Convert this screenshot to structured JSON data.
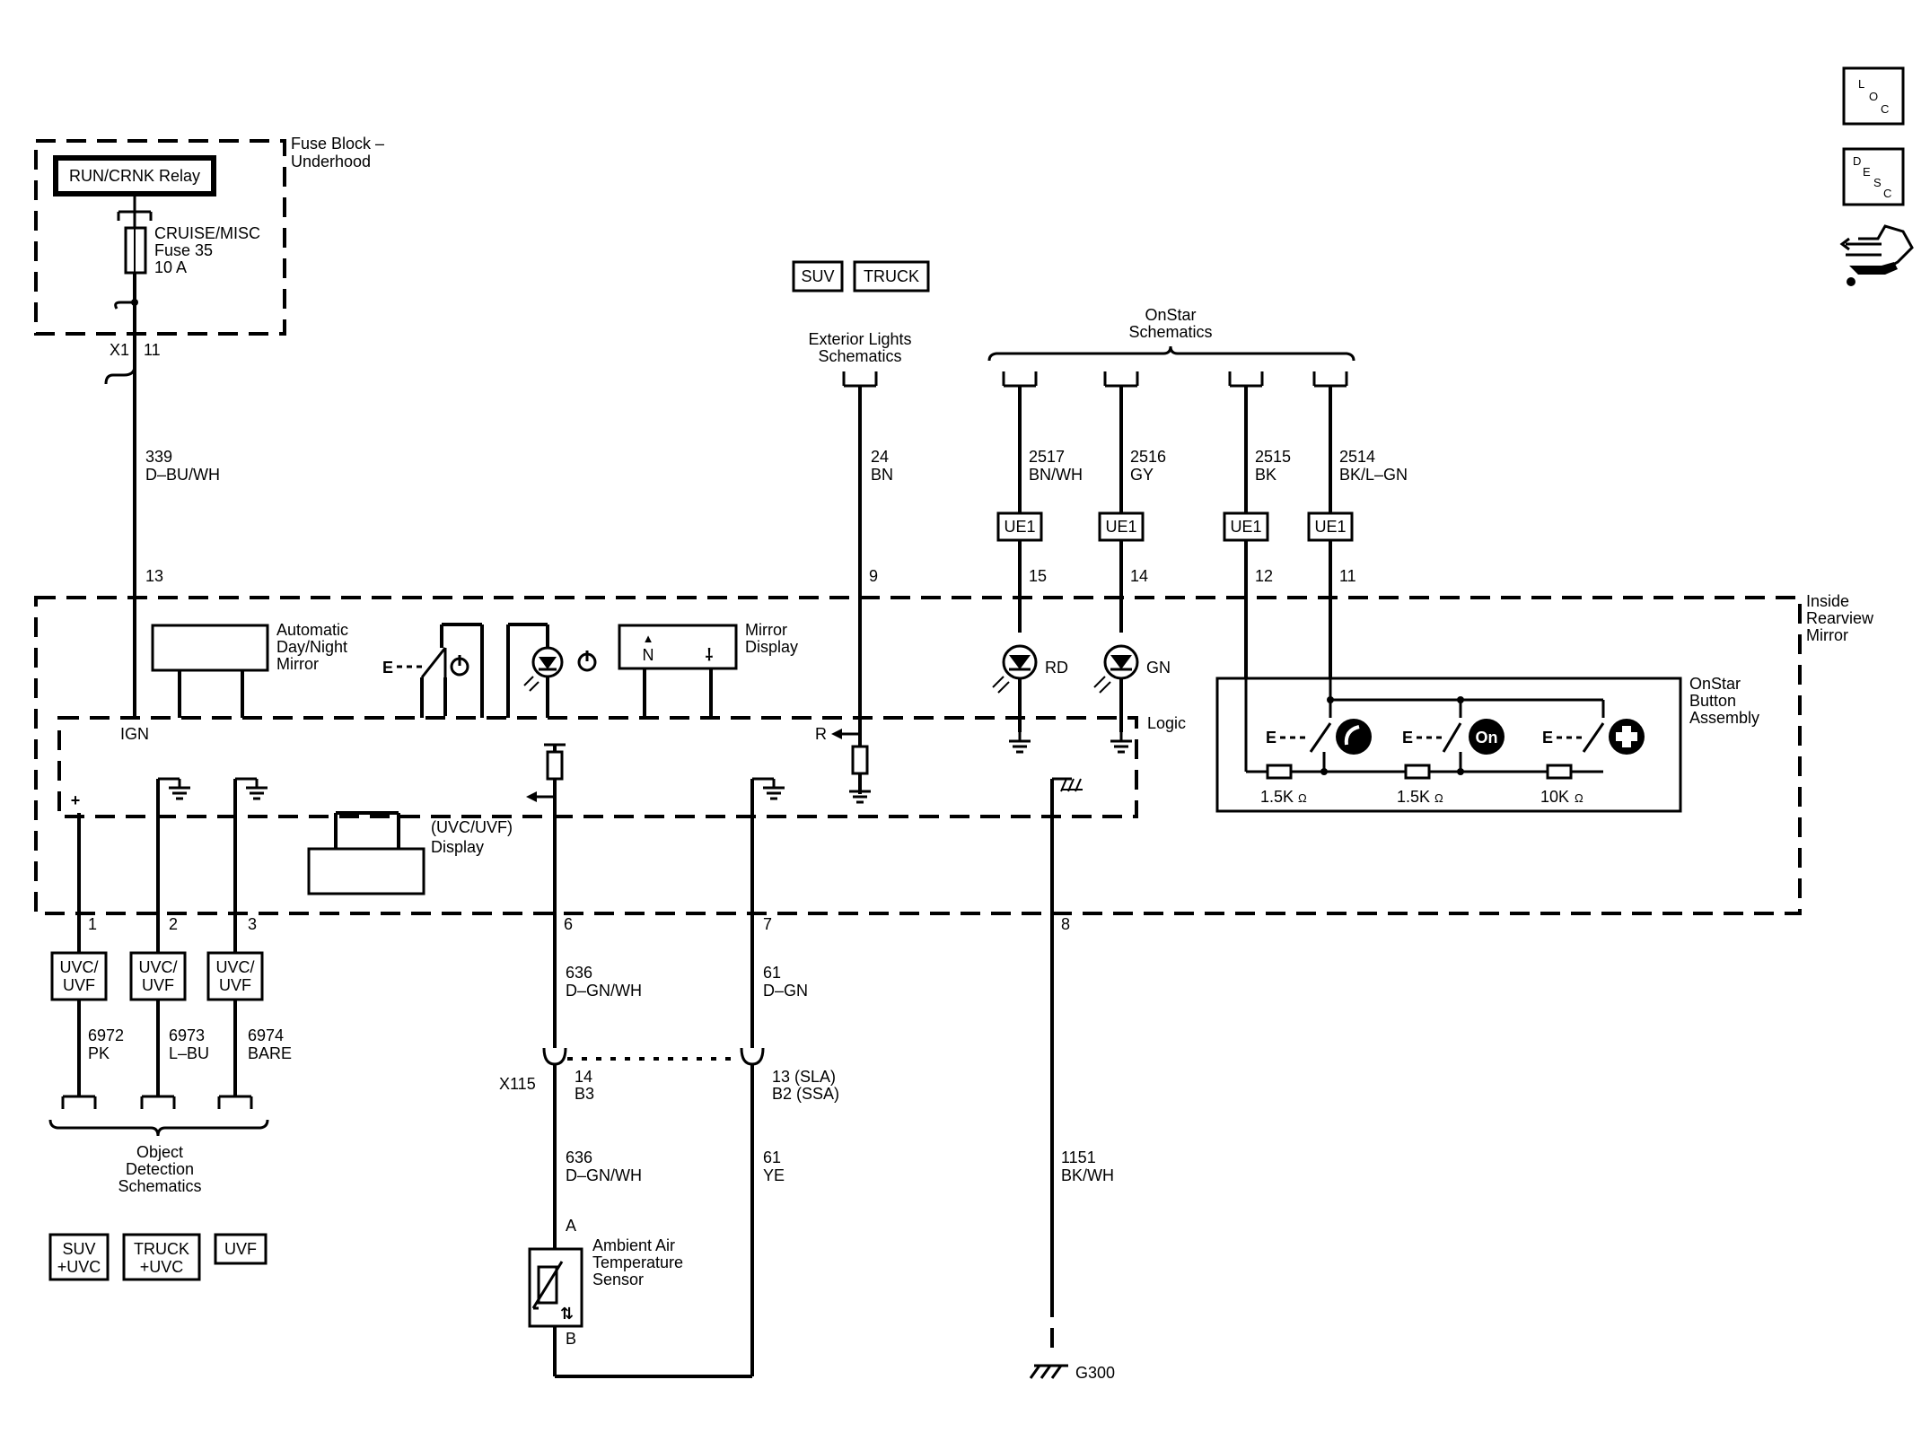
{
  "fuse_block": {
    "title_1": "Fuse Block –",
    "title_2": "Underhood",
    "relay": "RUN/CRNK Relay",
    "fuse_name": "CRUISE/MISC",
    "fuse_num": "Fuse 35",
    "fuse_rating": "10 A",
    "connector": "X1",
    "pin": "11"
  },
  "wire_339": {
    "circuit": "339",
    "color": "D–BU/WH",
    "pin": "13"
  },
  "exterior_lights": {
    "line_1": "Exterior Lights",
    "line_2": "Schematics"
  },
  "vehicle_badges": {
    "suv": "SUV",
    "truck": "TRUCK"
  },
  "wire_24": {
    "circuit": "24",
    "color": "BN",
    "pin": "9"
  },
  "onstar": {
    "line_1": "OnStar",
    "line_2": "Schematics"
  },
  "onstar_wires": [
    {
      "circuit": "2517",
      "color": "BN/WH",
      "option": "UE1",
      "pin": "15"
    },
    {
      "circuit": "2516",
      "color": "GY",
      "option": "UE1",
      "pin": "14"
    },
    {
      "circuit": "2515",
      "color": "BK",
      "option": "UE1",
      "pin": "12"
    },
    {
      "circuit": "2514",
      "color": "BK/L–GN",
      "option": "UE1",
      "pin": "11"
    }
  ],
  "mirror": {
    "title_1": "Inside",
    "title_2": "Rearview",
    "title_3": "Mirror",
    "auto_dim_1": "Automatic",
    "auto_dim_2": "Day/Night",
    "auto_dim_3": "Mirror",
    "display_1": "Mirror",
    "display_2": "Display",
    "ign": "IGN",
    "logic": "Logic",
    "r_label": "R",
    "led_red": "RD",
    "led_green": "GN",
    "uvc_display_1": "(UVC/UVF)",
    "uvc_display_2": "Display",
    "compass_n": "N",
    "pin_plus": "+"
  },
  "onstar_buttons": {
    "title_1": "OnStar",
    "title_2": "Button",
    "title_3": "Assembly",
    "r1": "1.5K",
    "r2": "1.5K",
    "r3": "10K",
    "ohm": "Ω"
  },
  "bottom_pins": [
    "1",
    "2",
    "3",
    "6",
    "7",
    "8"
  ],
  "uvc_boxes": [
    {
      "line_1": "UVC/",
      "line_2": "UVF"
    },
    {
      "line_1": "UVC/",
      "line_2": "UVF"
    },
    {
      "line_1": "UVC/",
      "line_2": "UVF"
    }
  ],
  "object_wires": [
    {
      "circuit": "6972",
      "color": "PK"
    },
    {
      "circuit": "6973",
      "color": "L–BU"
    },
    {
      "circuit": "6974",
      "color": "BARE"
    }
  ],
  "object_detection": {
    "line_1": "Object",
    "line_2": "Detection",
    "line_3": "Schematics"
  },
  "option_badges": {
    "suv_1": "SUV",
    "suv_2": "+UVC",
    "truck_1": "TRUCK",
    "truck_2": "+UVC",
    "uvf": "UVF"
  },
  "wire_636_top": {
    "circuit": "636",
    "color": "D–GN/WH"
  },
  "wire_61_top": {
    "circuit": "61",
    "color": "D–GN"
  },
  "x115": {
    "connector": "X115",
    "pin_a_1": "14",
    "pin_a_2": "B3",
    "pin_b_1": "13 (SLA)",
    "pin_b_2": "B2 (SSA)"
  },
  "wire_636_bot": {
    "circuit": "636",
    "color": "D–GN/WH"
  },
  "wire_61_bot": {
    "circuit": "61",
    "color": "YE"
  },
  "sensor": {
    "line_1": "Ambient Air",
    "line_2": "Temperature",
    "line_3": "Sensor",
    "pin_a": "A",
    "pin_b": "B"
  },
  "ground_wire": {
    "circuit": "1151",
    "color": "BK/WH",
    "ground": "G300"
  },
  "side_icons": {
    "loc_1": "L",
    "loc_2": "O",
    "loc_3": "C",
    "desc_1": "D",
    "desc_2": "E",
    "desc_3": "S",
    "desc_4": "C"
  }
}
